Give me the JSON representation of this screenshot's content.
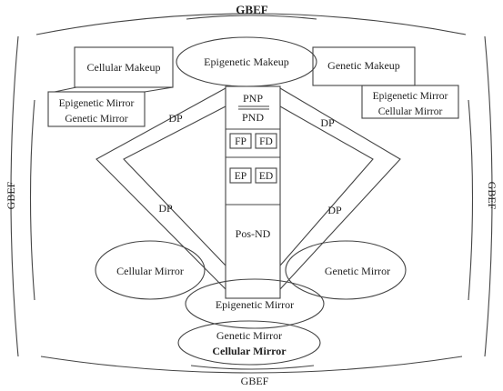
{
  "frame": {
    "label_top": "GBEF",
    "label_left": "GBEF",
    "label_right": "GBEF",
    "label_bottom": "GBEF"
  },
  "boxes": {
    "cellular_makeup": "Cellular Makeup",
    "genetic_makeup": "Genetic Makeup",
    "left_mirror_box": {
      "line1": "Epigenetic Mirror",
      "line2": "Genetic Mirror"
    },
    "right_mirror_box": {
      "line1": "Epigenetic Mirror",
      "line2": "Cellular Mirror"
    }
  },
  "ellipses": {
    "epigenetic_makeup": "Epigenetic Makeup",
    "cellular_mirror": "Cellular Mirror",
    "genetic_mirror": "Genetic Mirror",
    "epigenetic_mirror": "Epigenetic Mirror",
    "bottom_line1": "Genetic Mirror",
    "bottom_line2": "Cellular Mirror"
  },
  "column": {
    "pnp": "PNP",
    "pnd": "PND",
    "fp": "FP",
    "fd": "FD",
    "ep": "EP",
    "ed": "ED",
    "pos_nd": "Pos-ND"
  },
  "dp_labels": {
    "upper_left": "DP",
    "upper_right": "DP",
    "lower_left": "DP",
    "lower_right": "DP"
  }
}
